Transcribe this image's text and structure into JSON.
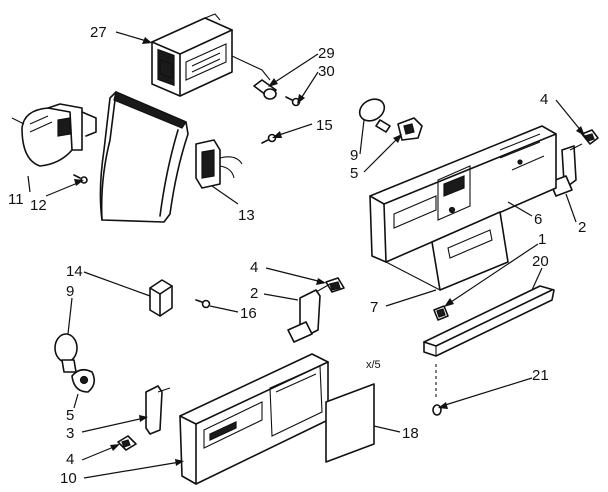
{
  "diagram": {
    "callouts": {
      "c27": "27",
      "c29": "29",
      "c30": "30",
      "c15": "15",
      "c11": "11",
      "c12": "12",
      "c13": "13",
      "c9a": "9",
      "c5a": "5",
      "c4a": "4",
      "c2a": "2",
      "c6": "6",
      "c1": "1",
      "c20": "20",
      "c7": "7",
      "c14": "14",
      "c16": "16",
      "c4b": "4",
      "c2b": "2",
      "c9b": "9",
      "c5b": "5",
      "c3": "3",
      "c4c": "4",
      "c10": "10",
      "c18": "18",
      "c21": "21"
    },
    "scale_note": "x/5"
  }
}
